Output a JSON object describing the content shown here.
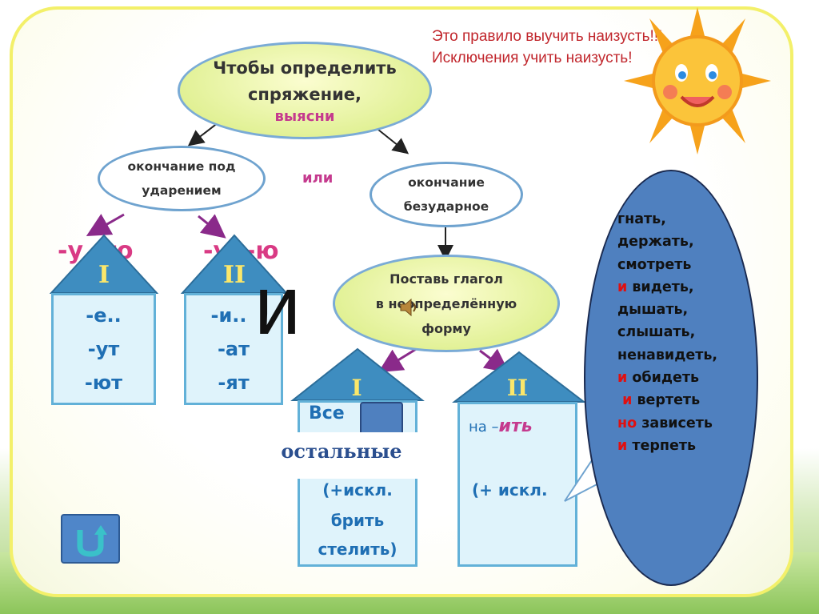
{
  "note": "Это правило выучить наизусть!!! Исключения учить наизусть!",
  "top_ellipse": {
    "line1": "Чтобы определить",
    "line2": "спряжение,",
    "line3": "выясни"
  },
  "stressed": {
    "line1": "окончание под",
    "line2": "ударением"
  },
  "or_label": "или",
  "unstressed": {
    "line1": "окончание",
    "line2": "безударное"
  },
  "infinitive": {
    "line1": "Поставь глагол",
    "line2": "в неопределённую",
    "line3": "форму"
  },
  "left_pink_1": "-у  -ю",
  "left_pink_2": "-у  -ю",
  "house1": {
    "roof": "I",
    "endings": [
      "-е..",
      "-ут",
      "-ют"
    ]
  },
  "house2": {
    "roof": "II",
    "endings": [
      "-и..",
      "-ат",
      "-ят"
    ]
  },
  "big_letter": "и",
  "house3": {
    "roof": "I",
    "top": "Все",
    "others_label": "остальные",
    "excl1": "(+искл.",
    "excl2": "брить",
    "excl3": "стелить)"
  },
  "house4": {
    "roof": "II",
    "on": "на –",
    "suffix": "ить",
    "excl": "(+ искл."
  },
  "exceptions": [
    {
      "prefix": "",
      "word": "гнать,"
    },
    {
      "prefix": "",
      "word": "держать,"
    },
    {
      "prefix": "",
      "word": "смотреть"
    },
    {
      "prefix": "и",
      "word": " видеть,"
    },
    {
      "prefix": "",
      "word": "дышать,"
    },
    {
      "prefix": "",
      "word": "слышать,"
    },
    {
      "prefix": "",
      "word": "ненавидеть,"
    },
    {
      "prefix": "и",
      "word": " обидеть"
    },
    {
      "prefix": " и",
      "word": " вертеть"
    },
    {
      "prefix": "но",
      "word": " зависеть"
    },
    {
      "prefix": "и",
      "word": " терпеть"
    }
  ],
  "colors": {
    "accent_blue": "#4f80bf",
    "pink": "#d93a84",
    "red": "#c1272d",
    "house_border": "#62b1d8"
  },
  "icons": [
    "sun-icon",
    "speaker-icon",
    "back-arrow-icon"
  ]
}
